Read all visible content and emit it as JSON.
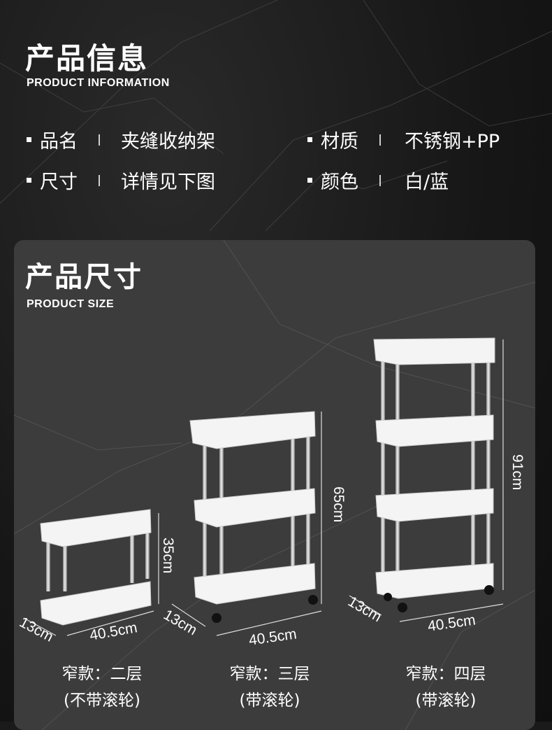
{
  "header": {
    "title": "产品信息",
    "subtitle": "PRODUCT INFORMATION"
  },
  "info": [
    {
      "label": "品名",
      "value": "夹缝收纳架"
    },
    {
      "label": "材质",
      "value": "不锈钢+PP"
    },
    {
      "label": "尺寸",
      "value": "详情见下图"
    },
    {
      "label": "颜色",
      "value": "白/蓝"
    }
  ],
  "size_section": {
    "title": "产品尺寸",
    "subtitle": "PRODUCT SIZE"
  },
  "products": [
    {
      "height": "35cm",
      "depth": "13cm",
      "width": "40.5cm",
      "caption_line1": "窄款：二层",
      "caption_line2": "(不带滚轮)",
      "tiers": 2
    },
    {
      "height": "65cm",
      "depth": "13cm",
      "width": "40.5cm",
      "caption_line1": "窄款：三层",
      "caption_line2": "(带滚轮)",
      "tiers": 3
    },
    {
      "height": "91cm",
      "depth": "13cm",
      "width": "40.5cm",
      "caption_line1": "窄款：四层",
      "caption_line2": "(带滚轮)",
      "tiers": 4
    }
  ],
  "colors": {
    "background": "#1a1a1a",
    "panel": "#3c3c3c",
    "shelf": "#f4f4f4",
    "text": "#ffffff"
  }
}
